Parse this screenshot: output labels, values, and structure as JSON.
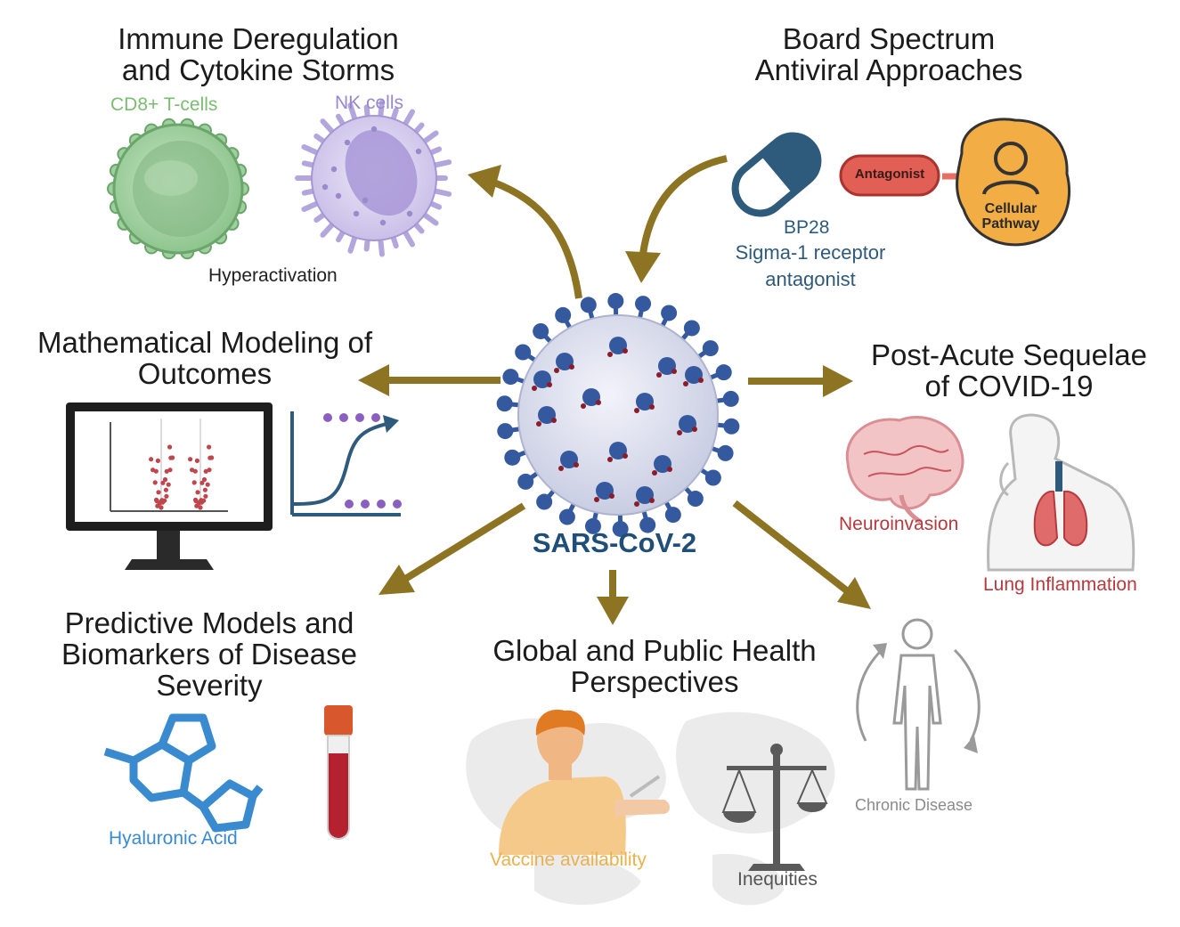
{
  "center": {
    "label": "SARS-CoV-2",
    "color": "#1f4e79"
  },
  "colors": {
    "arrow": "#8c7423",
    "virus_body": "#dcdfee",
    "virus_spike": "#35599e",
    "cd8": "#76b47a",
    "nk": "#9a88cc",
    "pill": "#2e5a7c",
    "antagonist": "#e15f55",
    "pathway": "#f2ad45",
    "organ_red": "#b53a3e",
    "hyaluronic": "#3a8ad0",
    "vaccine": "#e9b24c",
    "chronic_gray": "#8b8b8b"
  },
  "immune": {
    "title_lines": [
      "Immune Deregulation",
      "and Cytokine Storms"
    ],
    "cd8_label": "CD8+ T-cells",
    "nk_label": "NK cells",
    "hyper_label": "Hyperactivation",
    "cd8_icon": "t-cell-icon",
    "nk_icon": "nk-cell-icon"
  },
  "antiviral": {
    "title_lines": [
      "Board Spectrum",
      "Antiviral Approaches"
    ],
    "drug_label": "BP28",
    "drug_desc_lines": [
      "Sigma-1 receptor",
      "antagonist"
    ],
    "antagonist_label": "Antagonist",
    "pathway_lines": [
      "Cellular",
      "Pathway"
    ],
    "icons": [
      "pill-icon",
      "person-icon"
    ]
  },
  "modeling": {
    "title_lines": [
      "Mathematical Modeling of",
      "Outcomes"
    ],
    "icons": [
      "monitor-icon",
      "scatter-plot-icon",
      "sigmoid-curve-icon"
    ]
  },
  "post_acute": {
    "title_lines": [
      "Post-Acute Sequelae",
      "of COVID-19"
    ],
    "neuro_label": "Neuroinvasion",
    "lung_label": "Lung Inflammation",
    "icons": [
      "brain-icon",
      "lungs-icon"
    ]
  },
  "predictive": {
    "title_lines": [
      "Predictive Models and",
      "Biomarkers of Disease",
      "Severity"
    ],
    "hyaluronic_label": "Hyaluronic Acid",
    "icons": [
      "molecule-icon",
      "blood-tube-icon"
    ]
  },
  "global": {
    "title_lines": [
      "Global and Public Health",
      "Perspectives"
    ],
    "vaccine_label": "Vaccine availability",
    "inequities_label": "Inequities",
    "icons": [
      "world-map-icon",
      "vaccination-icon",
      "scales-icon"
    ]
  },
  "chronic": {
    "label": "Chronic Disease",
    "icon": "human-body-icon"
  }
}
